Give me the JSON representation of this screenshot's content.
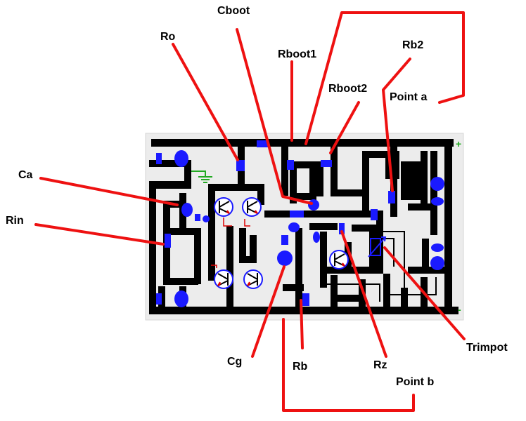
{
  "labels": {
    "cboot": "Cboot",
    "ro": "Ro",
    "rboot1": "Rboot1",
    "rb2": "Rb2",
    "rboot2": "Rboot2",
    "point_a": "Point a",
    "ca": "Ca",
    "rin": "Rin",
    "cg": "Cg",
    "rb": "Rb",
    "rz": "Rz",
    "trimpot": "Trimpot",
    "point_b": "Point b"
  },
  "board": {
    "plus_sign": "+",
    "minus_sign": "-"
  },
  "colors": {
    "trace": "#000000",
    "component": "#1a1aff",
    "leader": "#ee1111",
    "board_bg": "#ececec",
    "ground_symbol": "#22aa22",
    "transistor_emitter": "#dd0000"
  }
}
